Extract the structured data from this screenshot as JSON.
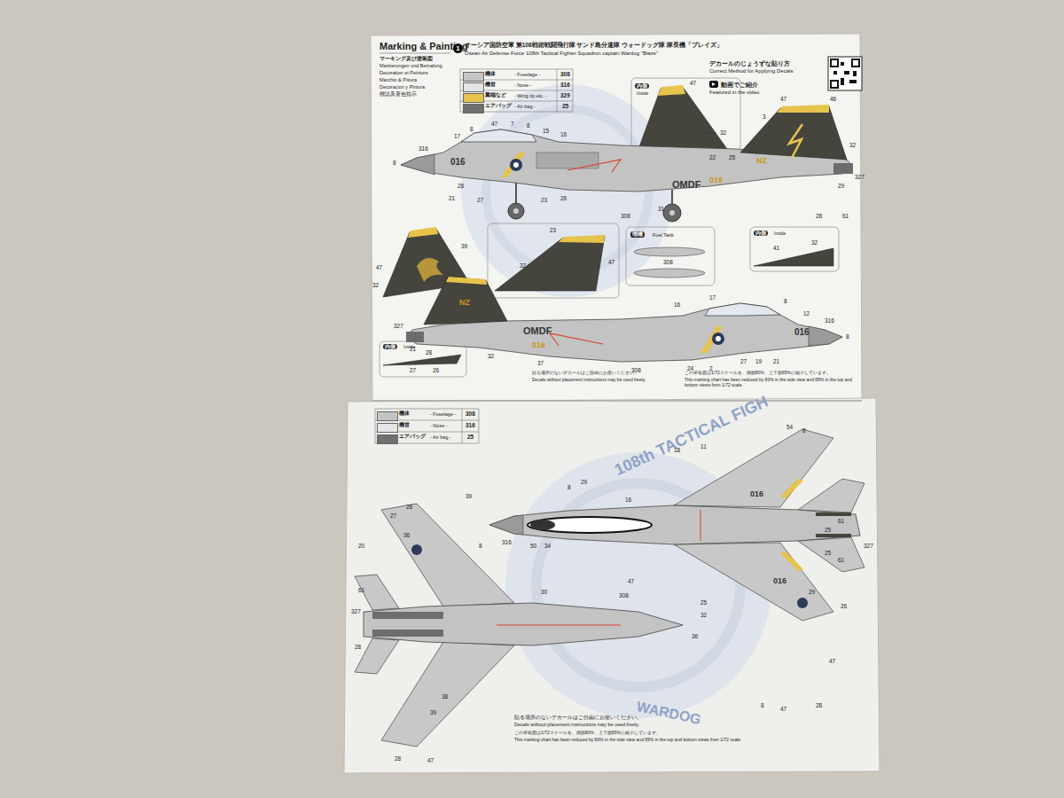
{
  "diagram": {
    "labels": [
      "Marking & Painting",
      "1",
      "オーシア国防空軍 第108戦術戦闘飛行隊 サンド島分遣隊 ウォードッグ隊 隊長機「ブレイズ」",
      "Osean Air Defense Force 108th Tactical Fighter Squadron captain Wardog \"Blaze\"",
      "マーキング及び塗装図",
      "Markierungen und Bemalung",
      "Decoration et Peinture",
      "Marchio & Pittura",
      "Decoracion y Pintura",
      "標誌及著色指示",
      "- Fuselage -",
      "308",
      "- Nose -",
      "316",
      "- Wing tip etc. -",
      "329",
      "- Air bag -",
      "25",
      "デカールのじょうずな貼り方",
      "Correct Method for Applying Decals",
      "動画でご紹介",
      "Featured in the video",
      "内側",
      "Inside",
      "47",
      "32",
      "016",
      "NZ",
      "OMDF",
      "016",
      "8",
      "316",
      "17",
      "8",
      "47",
      "7",
      "8",
      "15",
      "16",
      "28",
      "21",
      "27",
      "23",
      "26",
      "308",
      "31",
      "22",
      "25",
      "327",
      "29",
      "28",
      "61",
      "3",
      "46",
      "47",
      "32",
      "47",
      "39",
      "32",
      "23",
      "32",
      "47",
      "増槽",
      "Fuel Tank",
      "308",
      "内側",
      "Inside",
      "41",
      "32",
      "内側",
      "Inside",
      "27",
      "26",
      "NZ",
      "OMDF",
      "016",
      "016",
      "8",
      "316",
      "12",
      "8",
      "17",
      "16",
      "27",
      "24",
      "2",
      "19",
      "21",
      "308",
      "37",
      "32",
      "327",
      "21",
      "28",
      "貼る場所のないデカールはご自由にお使いください。",
      "Decals without placement instructions may be used freely.",
      "この塗装図は1/72スケールを、側面80%、上下面65%に縮小しています。",
      "This marking chart has been reduced by 80% in the side view and 65% in the top and bottom views from 1/72 scale",
      "- Fuselage -",
      "308",
      "- Nose -",
      "316",
      "- Air bag -",
      "25",
      "108th TACTICAL FIGH",
      "WARDOG",
      "016",
      "016",
      "27",
      "28",
      "20",
      "61",
      "327",
      "28",
      "36",
      "8",
      "39",
      "316",
      "50",
      "34",
      "29",
      "8",
      "16",
      "47",
      "308",
      "30",
      "25",
      "32",
      "36",
      "25",
      "61",
      "327",
      "25",
      "61",
      "29",
      "26",
      "54",
      "8",
      "11",
      "18",
      "8",
      "47",
      "28",
      "47",
      "28",
      "47",
      "39",
      "38",
      "貼る場所のないデカールはご自由にお使いください。",
      "Decals without placement instructions may be used freely.",
      "この塗装図は1/72スケールを、側面80%、上下面65%に縮小しています。",
      "This marking chart has been reduced by 80% in the side view and 65% in the top and bottom views from 1/72 scale"
    ],
    "legend": [
      {
        "text": "機体",
        "color": "#c4c4c4"
      },
      {
        "text": "機首",
        "color": "#e4e4e4"
      },
      {
        "text": "翼端など",
        "color": "#e6c34a"
      },
      {
        "text": "エアバッグ",
        "color": "#707070"
      },
      {
        "text": "機体",
        "color": "#c4c4c4"
      },
      {
        "text": "機首",
        "color": "#e4e4e4"
      },
      {
        "text": "エアバッグ",
        "color": "#707070"
      }
    ]
  }
}
